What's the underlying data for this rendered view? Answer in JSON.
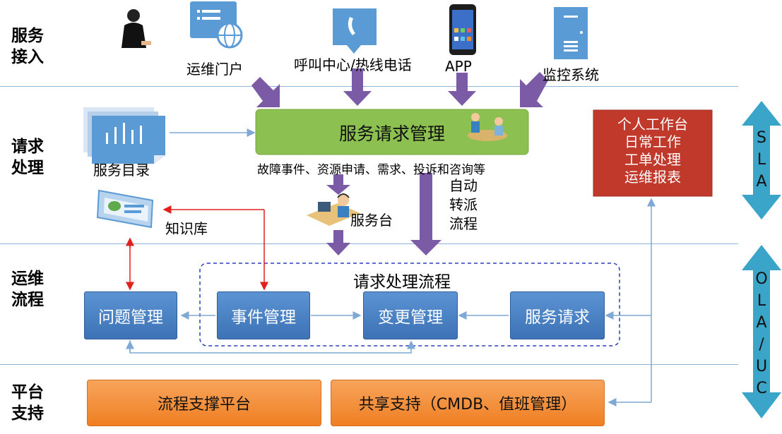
{
  "rows": {
    "access": "服务\n接入",
    "request": "请求\n处理",
    "ops": "运维\n流程",
    "platform": "平台\n支持"
  },
  "channels": {
    "portal": "运维门户",
    "callcenter": "呼叫中心/热线电话",
    "app": "APP",
    "monitor": "监控系统"
  },
  "request_mgmt": {
    "title": "服务请求管理",
    "types": "故障事件、资源申请、需求、投诉和咨询等"
  },
  "catalog": "服务目录",
  "service_desk": "服务台",
  "auto_dispatch": "自动\n转派\n流程",
  "knowledge_base": "知识库",
  "workbench": {
    "lines": [
      "个人工作台",
      "日常工作",
      "工单处理",
      "运维报表"
    ]
  },
  "sla": "S\nL\nA",
  "ola": "O\nL\nA\n/\nU\nC",
  "flow": {
    "title": "请求处理流程",
    "problem": "问题管理",
    "incident": "事件管理",
    "change": "变更管理",
    "service_request": "服务请求"
  },
  "platform": {
    "process": "流程支撑平台",
    "shared": "共享支持（CMDB、值班管理）"
  },
  "colors": {
    "purple_arrow": "#7b5aa6",
    "green_box": "#8cc152",
    "red_box": "#c0392b",
    "blue_box": "#4a84c8",
    "orange_box": "#f39235",
    "teal_arrow": "#3aa5c9"
  }
}
